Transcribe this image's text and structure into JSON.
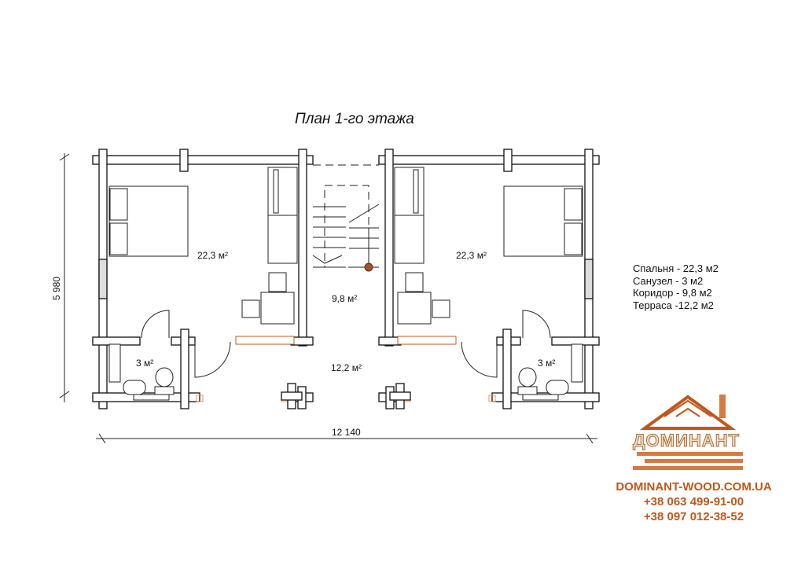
{
  "title": "План 1-го этажа",
  "rooms": {
    "bedroom_area": "22,3 м²",
    "bathroom_area": "3 м²",
    "corridor_area": "9,8 м²",
    "terrace_area": "12,2 м²"
  },
  "dimensions": {
    "height": "5 980",
    "width": "12 140"
  },
  "legend": [
    "Спальня - 22,3 м2",
    "Санузел - 3 м2",
    "Коридор - 9,8 м2",
    "Терраса -12,2 м2"
  ],
  "logo": {
    "text": "ДОМИНАНТ"
  },
  "contacts": {
    "website": "DOMINANT-WOOD.COM.UA",
    "phone1": "+38 063 499-91-00",
    "phone2": "+38 097 012-38-52"
  },
  "colors": {
    "accent": "#c0581c",
    "wall": "#111111"
  }
}
